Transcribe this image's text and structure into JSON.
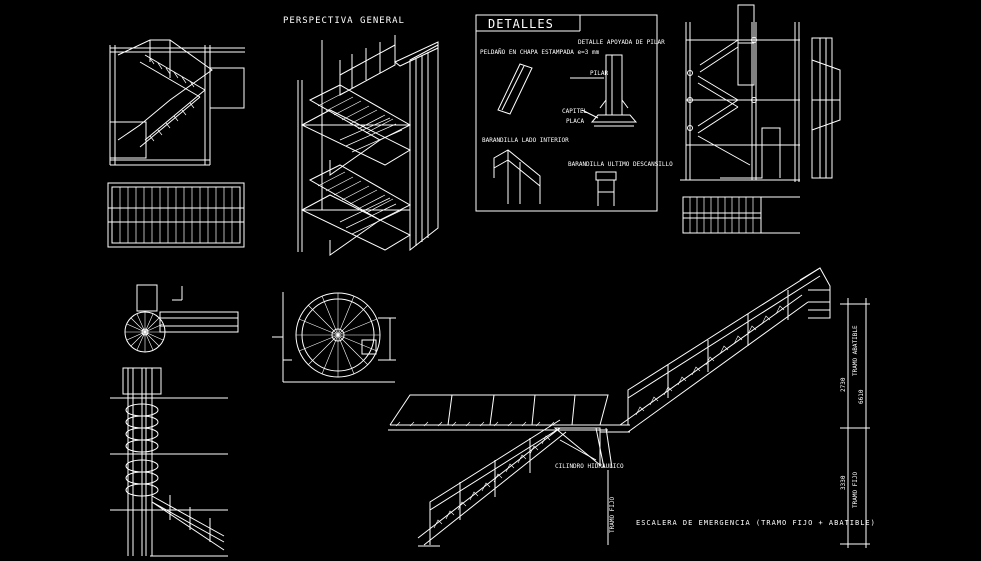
{
  "line_color": "#ffffff",
  "background": "#000000",
  "labels": {
    "perspective_title": "PERSPECTIVA GENERAL",
    "details_title": "DETALLES",
    "step_detail": "PELDAÑO EN CHAPA ESTAMPADA e=3 mm",
    "pillar_detail": "DETALLE APOYADA DE PILAR",
    "pillar_tag": "PILAR",
    "capitel_tag": "CAPITEL",
    "plate_tag": "PLACA",
    "handrail_side": "BARANDILLA LADO INTERIOR",
    "handrail_landing": "BARANDILLA ULTIMO DESCANSILLO",
    "hinge_note": "CILINDRO HIDRAULICO",
    "fixed_span_note": "TRAMO FIJO",
    "dim_upper": "2730",
    "dim_total": "6610",
    "dim_lower": "3330",
    "dim_note_upper": "TRAMO ABATIBLE",
    "dim_note_lower": "TRAMO FIJO",
    "caption": "ESCALERA DE EMERGENCIA (TRAMO FIJO + ABATIBLE)"
  }
}
